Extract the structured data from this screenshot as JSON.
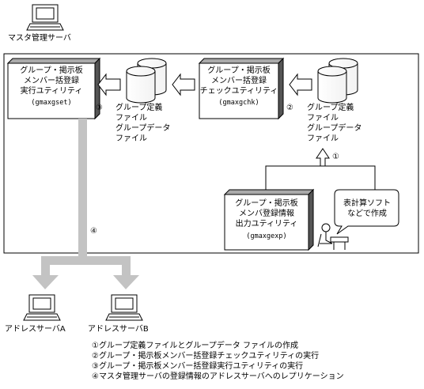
{
  "master_server": {
    "label": "マスタ管理サーバ"
  },
  "box_set": {
    "line1": "グループ・掲示板",
    "line2": "メンバー括登録",
    "line3": "実行ユティリティ",
    "cmd": "(gmaxgset)",
    "step": "③"
  },
  "box_chk": {
    "line1": "グループ・掲示板",
    "line2": "メンバー括登録",
    "line3": "チェックユティリティ",
    "cmd": "(gmaxgchk)",
    "step": "②"
  },
  "files_left": {
    "line1": "グループ定義",
    "line2": "ファイル",
    "line3": "グループデータ",
    "line4": "ファイル"
  },
  "files_right": {
    "line1": "グループ定義",
    "line2": "ファイル",
    "line3": "グループデータ",
    "line4": "ファイル"
  },
  "box_exp": {
    "line1": "グループ・掲示板",
    "line2": "メンバ登録情報",
    "line3": "出力ユティリティ",
    "cmd": "(gmaxgexp)"
  },
  "spreadsheet_note": {
    "line1": "表計算ソフト",
    "line2": "などで作成"
  },
  "step1_marker": "①",
  "step4_marker": "④",
  "server_a": {
    "label": "アドレスサーバA"
  },
  "server_b": {
    "label": "アドレスサーバB"
  },
  "legend": [
    "①グループ定義ファイルとグループデータ ファイルの作成",
    "②グループ・掲示板メンバー括登録チェックユティリティの実行",
    "③グループ・掲示板メンバー括登録実行ユティリティの実行",
    "④マスタ管理サーバの登録情報のアドレスサーバへのレプリケーション"
  ]
}
